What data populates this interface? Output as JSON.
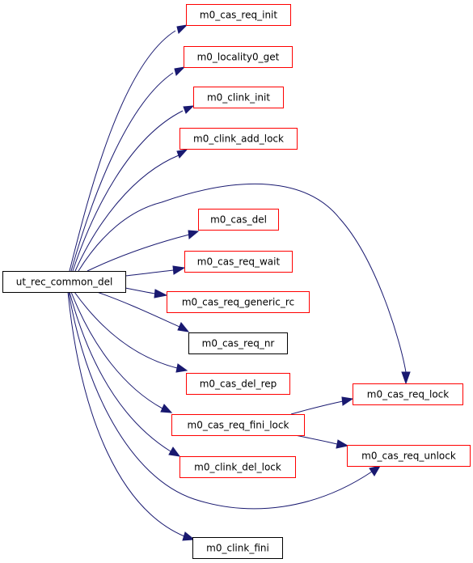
{
  "graph": {
    "colors": {
      "edge": "#191970",
      "root_fill": "#bfbfbf",
      "root_border": "#000000",
      "linked_border": "#ff0000",
      "plain_border": "#000000"
    },
    "root": {
      "id": "ut_rec_common_del",
      "label": "ut_rec_common_del",
      "style": "root"
    },
    "callees": [
      {
        "id": "m0_cas_req_init",
        "label": "m0_cas_req_init",
        "style": "linked"
      },
      {
        "id": "m0_locality0_get",
        "label": "m0_locality0_get",
        "style": "linked"
      },
      {
        "id": "m0_clink_init",
        "label": "m0_clink_init",
        "style": "linked"
      },
      {
        "id": "m0_clink_add_lock",
        "label": "m0_clink_add_lock",
        "style": "linked"
      },
      {
        "id": "m0_cas_del",
        "label": "m0_cas_del",
        "style": "linked"
      },
      {
        "id": "m0_cas_req_wait",
        "label": "m0_cas_req_wait",
        "style": "linked"
      },
      {
        "id": "m0_cas_req_generic_rc",
        "label": "m0_cas_req_generic_rc",
        "style": "linked"
      },
      {
        "id": "m0_cas_req_nr",
        "label": "m0_cas_req_nr",
        "style": "plain"
      },
      {
        "id": "m0_cas_del_rep",
        "label": "m0_cas_del_rep",
        "style": "linked"
      },
      {
        "id": "m0_cas_req_lock",
        "label": "m0_cas_req_lock",
        "style": "linked"
      },
      {
        "id": "m0_cas_req_fini_lock",
        "label": "m0_cas_req_fini_lock",
        "style": "linked"
      },
      {
        "id": "m0_cas_req_unlock",
        "label": "m0_cas_req_unlock",
        "style": "linked"
      },
      {
        "id": "m0_clink_del_lock",
        "label": "m0_clink_del_lock",
        "style": "linked"
      },
      {
        "id": "m0_clink_fini",
        "label": "m0_clink_fini",
        "style": "plain"
      }
    ],
    "edges": [
      {
        "from": "ut_rec_common_del",
        "to": "m0_cas_req_init"
      },
      {
        "from": "ut_rec_common_del",
        "to": "m0_locality0_get"
      },
      {
        "from": "ut_rec_common_del",
        "to": "m0_clink_init"
      },
      {
        "from": "ut_rec_common_del",
        "to": "m0_clink_add_lock"
      },
      {
        "from": "ut_rec_common_del",
        "to": "m0_cas_req_lock"
      },
      {
        "from": "ut_rec_common_del",
        "to": "m0_cas_del"
      },
      {
        "from": "ut_rec_common_del",
        "to": "m0_cas_req_wait"
      },
      {
        "from": "ut_rec_common_del",
        "to": "m0_cas_req_generic_rc"
      },
      {
        "from": "ut_rec_common_del",
        "to": "m0_cas_req_nr"
      },
      {
        "from": "ut_rec_common_del",
        "to": "m0_cas_del_rep"
      },
      {
        "from": "ut_rec_common_del",
        "to": "m0_cas_req_fini_lock"
      },
      {
        "from": "ut_rec_common_del",
        "to": "m0_clink_del_lock"
      },
      {
        "from": "ut_rec_common_del",
        "to": "m0_cas_req_unlock"
      },
      {
        "from": "ut_rec_common_del",
        "to": "m0_clink_fini"
      },
      {
        "from": "m0_cas_req_fini_lock",
        "to": "m0_cas_req_lock"
      },
      {
        "from": "m0_cas_req_fini_lock",
        "to": "m0_cas_req_unlock"
      }
    ]
  }
}
